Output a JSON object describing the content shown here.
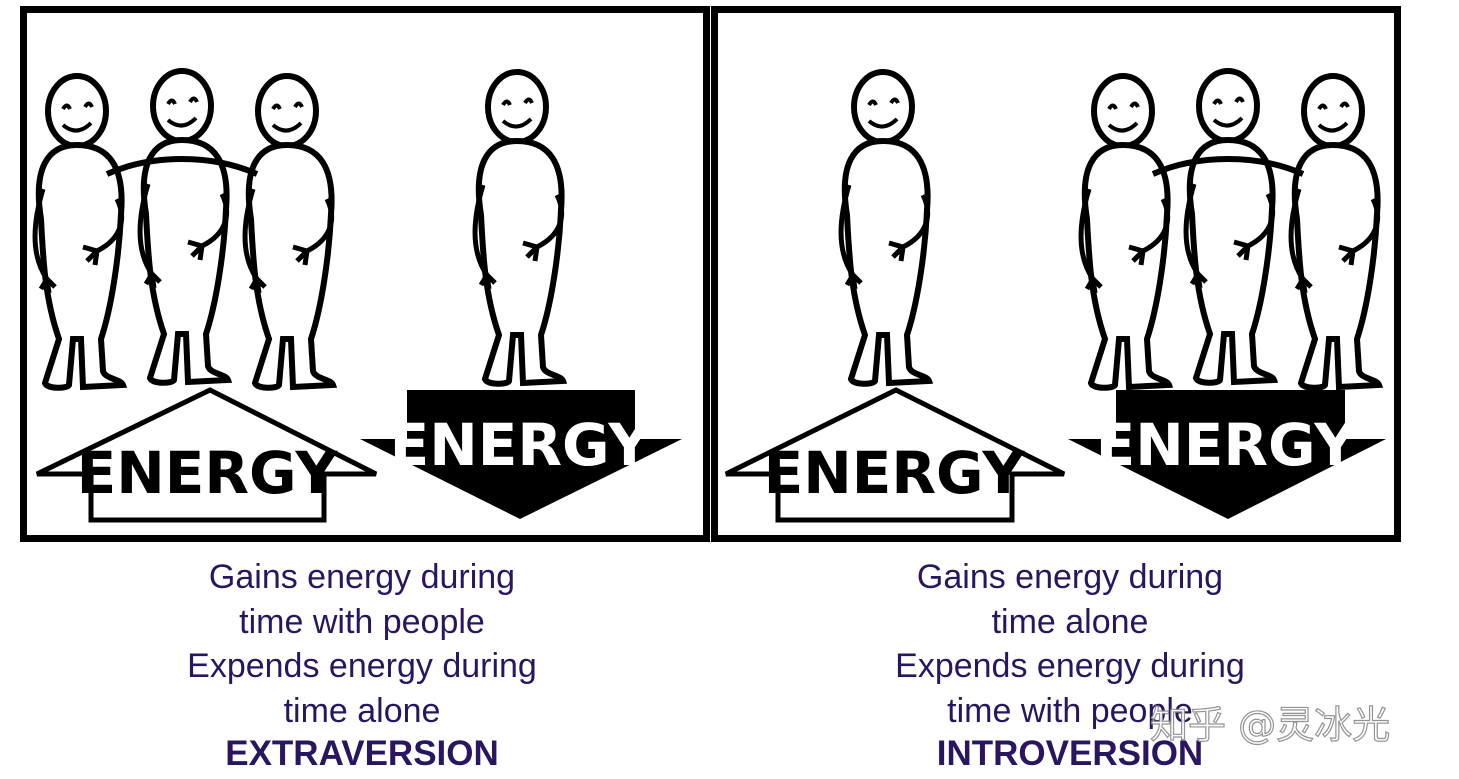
{
  "panels": {
    "extraversion": {
      "arrow_up_label": "ENERGY",
      "arrow_down_label": "ENERGY",
      "caption_lines": [
        "Gains energy during",
        "time with people",
        "Expends energy during",
        "time alone"
      ],
      "title": "EXTRAVERSION"
    },
    "introversion": {
      "arrow_up_label": "ENERGY",
      "arrow_down_label": "ENERGY",
      "caption_lines": [
        "Gains energy during",
        "time alone",
        "Expends energy during",
        "time with people"
      ],
      "title": "INTROVERSION"
    }
  },
  "watermark": "知乎 @灵冰光",
  "colors": {
    "caption": "#2a1660",
    "border": "#000000",
    "background": "#ffffff"
  }
}
